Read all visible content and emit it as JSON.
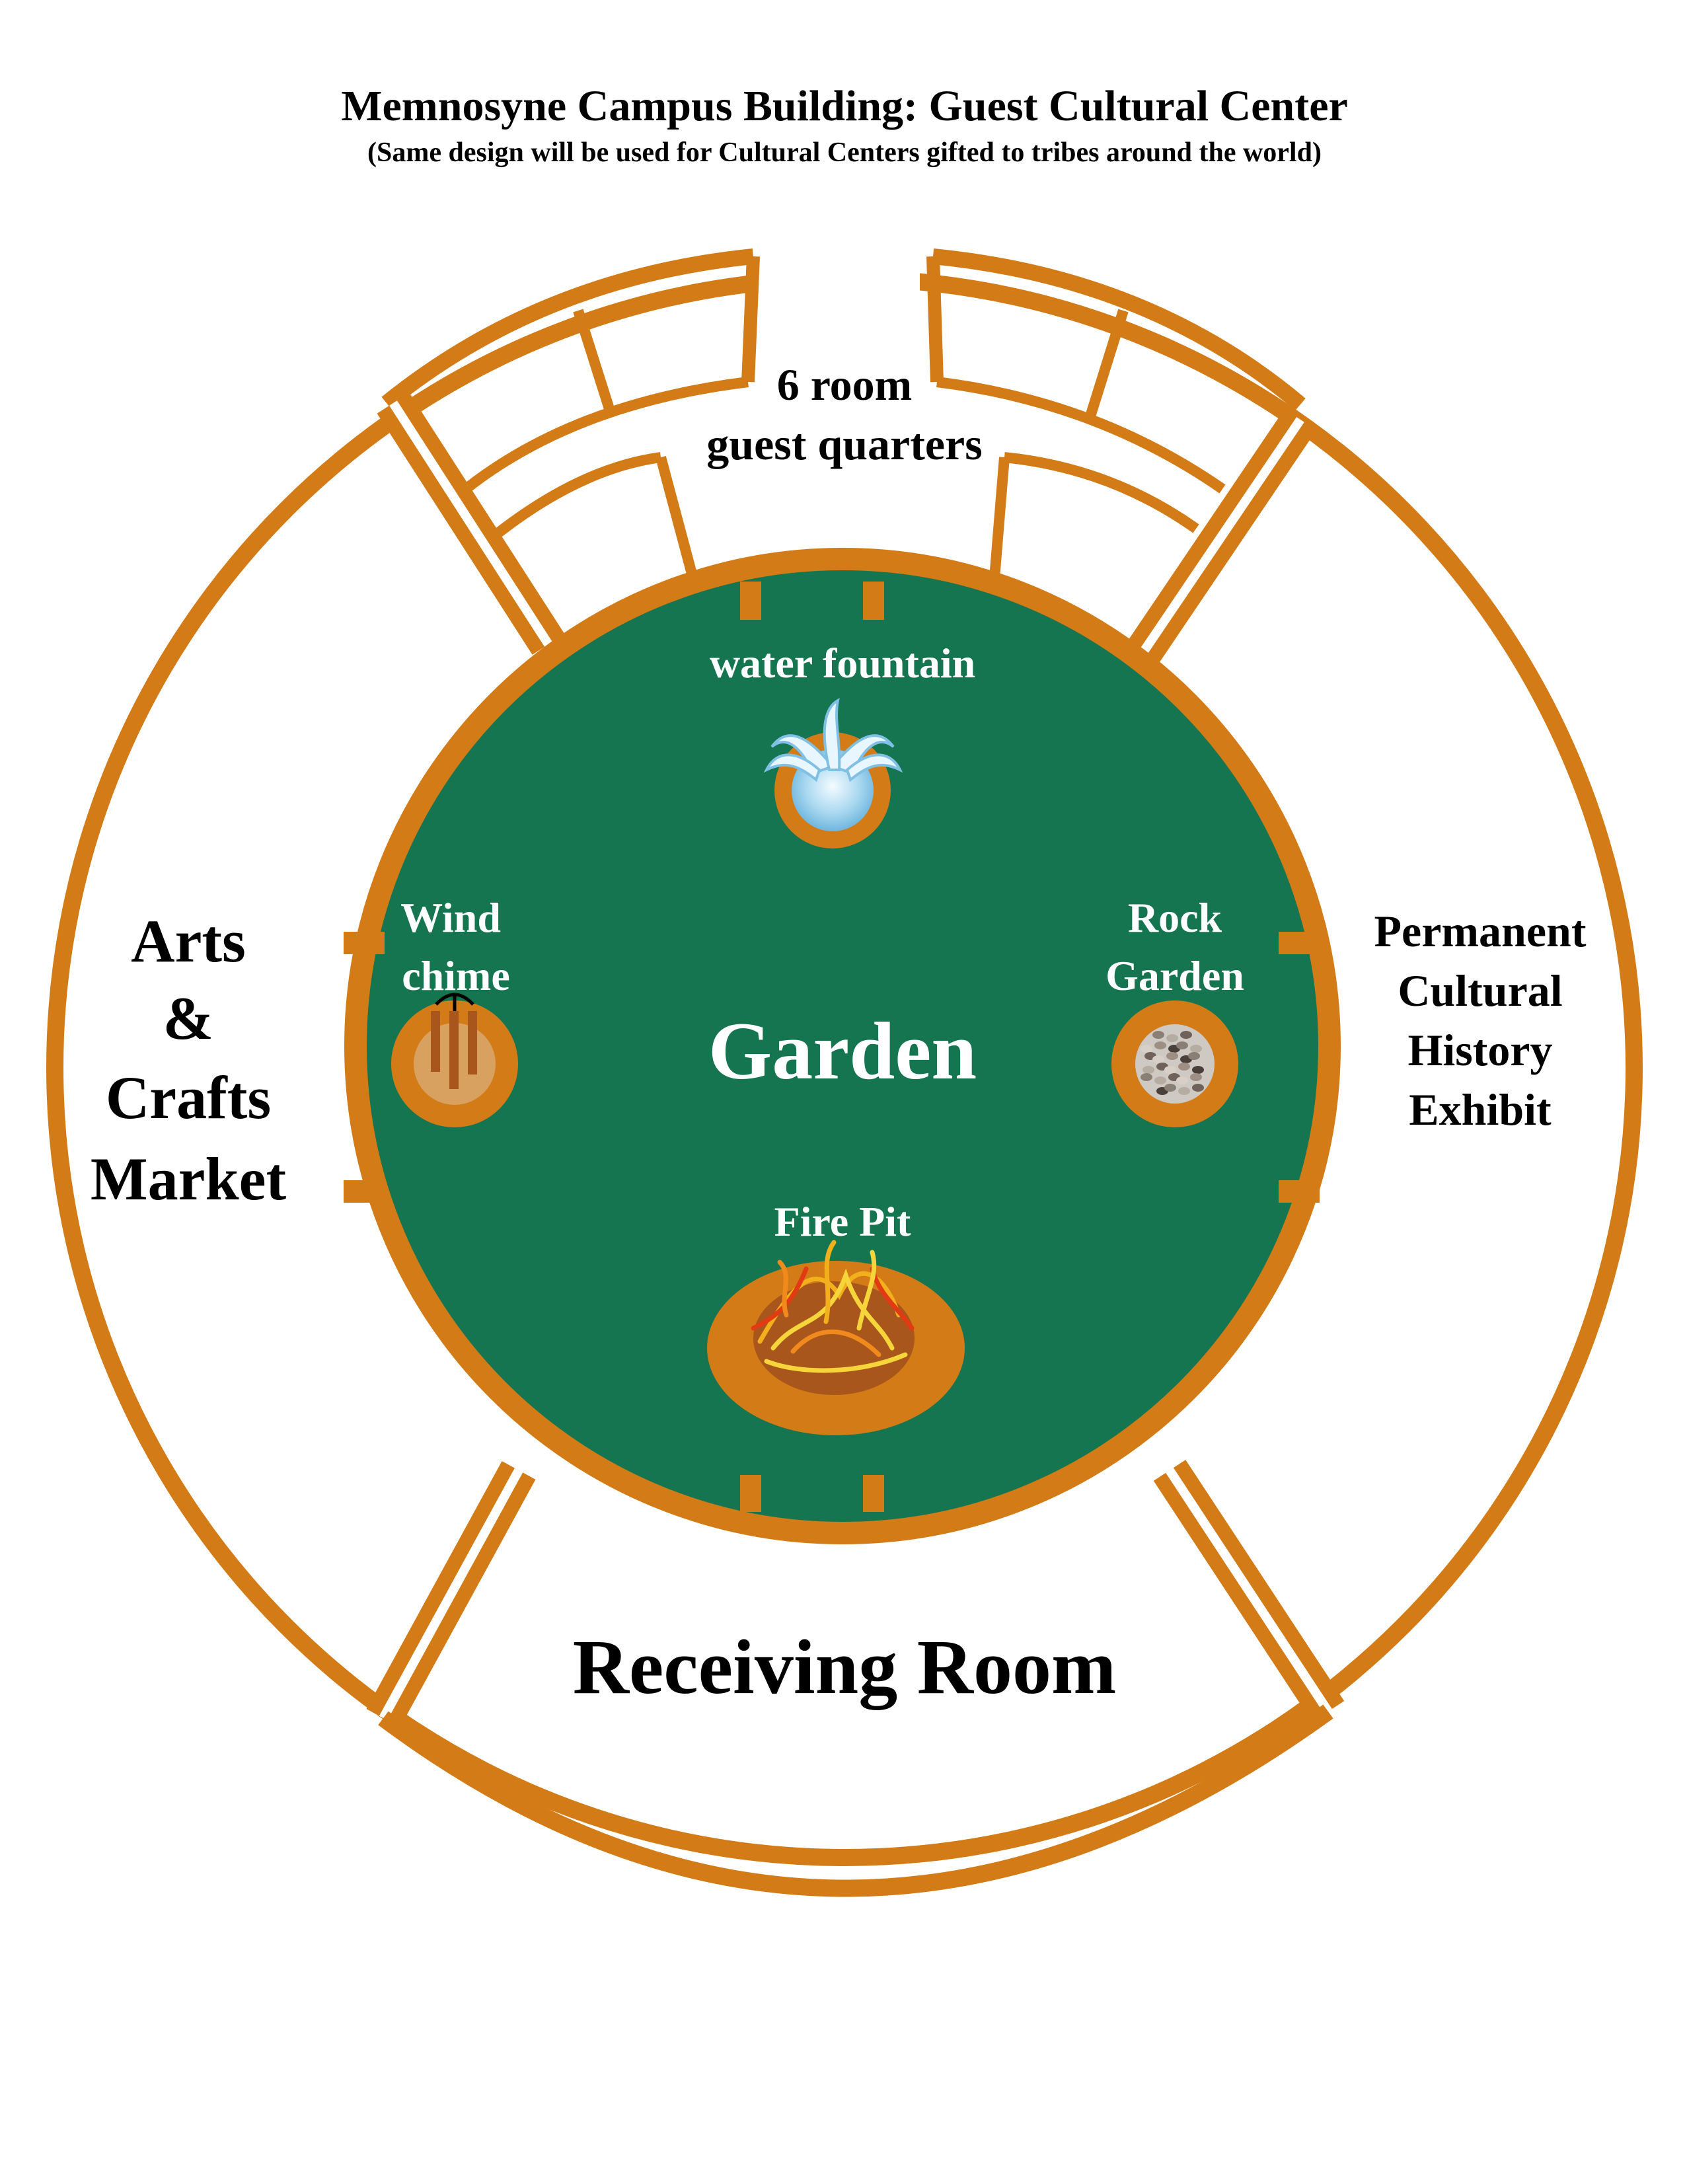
{
  "title": "Memnosyne Campus Building: Guest Cultural Center",
  "subtitle": "(Same design will be used for Cultural Centers gifted to tribes around the world)",
  "colors": {
    "wall": "#D37B17",
    "garden": "#147550",
    "room": "#FFFFFF",
    "text_dark": "#000000",
    "text_light": "#FFFFFF",
    "firepit_inner": "#A8561B",
    "chime_inner": "#D9A15F",
    "water": "#A9D8F0",
    "rock": "#CFC9C3"
  },
  "rooms": {
    "guest_line1": "6 room",
    "guest_line2": "guest quarters",
    "arts_line1": "Arts",
    "arts_line2": "&",
    "arts_line3": "Crafts",
    "arts_line4": "Market",
    "exhibit_line1": "Permanent",
    "exhibit_line2": "Cultural",
    "exhibit_line3": "History",
    "exhibit_line4": "Exhibit",
    "receiving": "Receiving Room"
  },
  "garden": {
    "label": "Garden",
    "fountain_label": "water fountain",
    "wind_line1": "Wind",
    "wind_line2": "chime",
    "rock_line1": "Rock",
    "rock_line2": "Garden",
    "fire_label": "Fire Pit"
  },
  "icons": [
    "water-fountain-icon",
    "wind-chime-icon",
    "rock-garden-icon",
    "fire-pit-icon"
  ]
}
